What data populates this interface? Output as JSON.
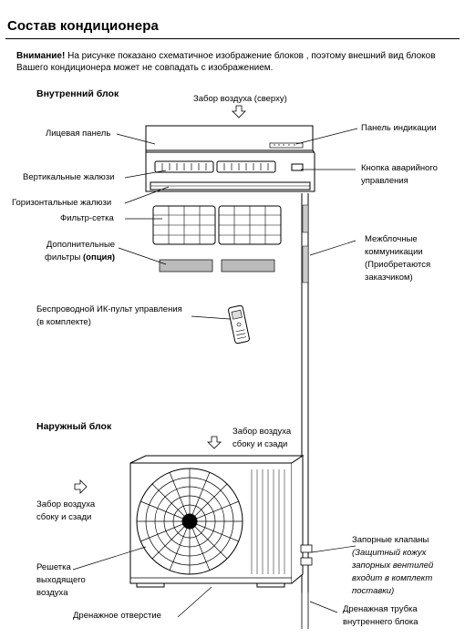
{
  "page": {
    "title": "Состав кондиционера",
    "notice_bold": "Внимание!",
    "notice_text": " На рисунке показано схематичное изображение блоков , поэтому внешний вид блоков Вашего кондиционера может не совпадать с изображением."
  },
  "indoor": {
    "heading": "Внутренний блок",
    "air_intake": "Забор воздуха (сверху)",
    "front_panel": "Лицевая панель",
    "display_panel": "Панель индикации",
    "vertical_louvers": "Вертикальные жалюзи",
    "emergency_button_l1": "Кнопка аварийного",
    "emergency_button_l2": "управления",
    "horizontal_louvers": "Горизонтальные жалюзи",
    "filter_mesh": "Фильтр-сетка",
    "extra_filters_l1": "Дополнительные",
    "extra_filters_l2a": "фильтры ",
    "extra_filters_l2b": "(опция)",
    "interunit_l1": "Межблочные",
    "interunit_l2": "коммуникации",
    "interunit_l3": "(Приобретаются",
    "interunit_l4": "заказчиком)",
    "remote_l1": "Беспроводной ИК-пульт управления",
    "remote_l2": "(в комплекте)"
  },
  "outdoor": {
    "heading": "Наружный блок",
    "intake_right_l1": "Забор воздуха",
    "intake_right_l2": "сбоку  и сзади",
    "intake_left_l1": "Забор воздуха",
    "intake_left_l2": "сбоку  и сзади",
    "grille_l1": "Решетка",
    "grille_l2": "выходящего",
    "grille_l3": "воздуха",
    "drain_hole": "Дренажное отверстие",
    "valves_l1": "Запорные клапаны",
    "valves_l2": "(Защитный кожух",
    "valves_l3": "запорных вентилей",
    "valves_l4": "входит в комплект",
    "valves_l5": "поставки)",
    "drain_tube_l1": "Дренажная трубка",
    "drain_tube_l2": "внутреннего блока"
  }
}
